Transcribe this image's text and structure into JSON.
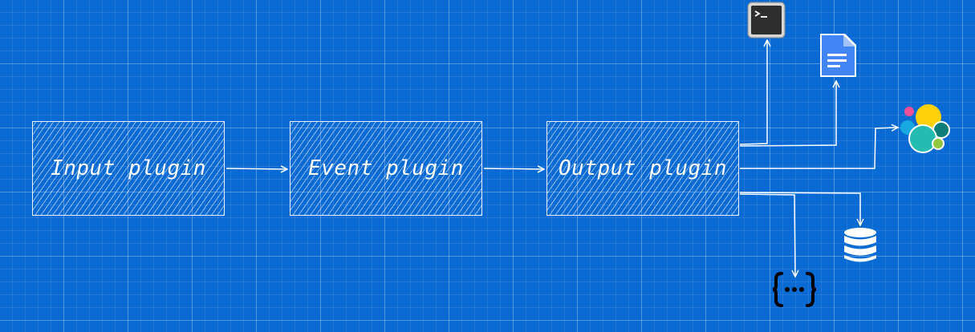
{
  "diagram": {
    "nodes": {
      "input": {
        "label": "Input plugin"
      },
      "event": {
        "label": "Event plugin"
      },
      "output": {
        "label": "Output plugin"
      }
    },
    "targets": {
      "terminal": {
        "icon": "terminal-icon"
      },
      "file": {
        "icon": "file-document-icon"
      },
      "elasticsearch": {
        "icon": "elasticsearch-logo-icon"
      },
      "database": {
        "icon": "database-icon"
      },
      "json": {
        "icon": "json-braces-icon",
        "text": "{···}"
      }
    },
    "colors": {
      "background": "#0a6ad3",
      "stroke": "#ffffff"
    }
  }
}
